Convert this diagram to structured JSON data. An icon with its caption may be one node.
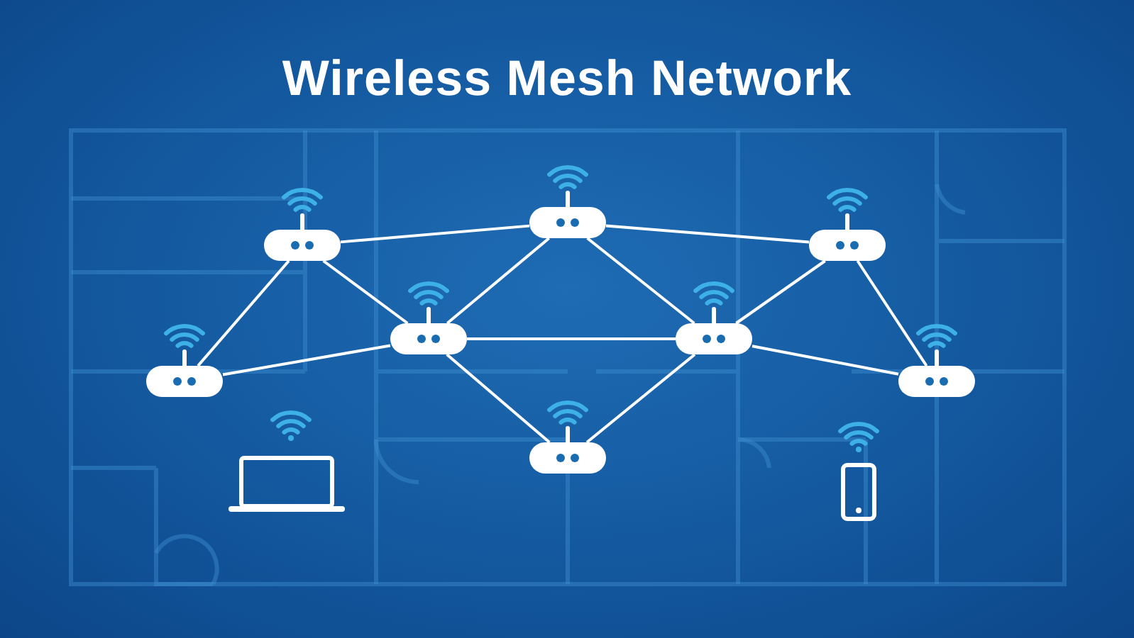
{
  "diagram": {
    "title": "Wireless Mesh Network",
    "nodes": [
      {
        "text": [],
        "shape": "box"
      },
      {
        "text": [],
        "shape": "box"
      },
      {
        "text": [],
        "shape": "box"
      },
      {
        "text": [],
        "shape": "box"
      },
      {
        "text": [],
        "shape": "box"
      },
      {
        "text": [],
        "shape": "box"
      },
      {
        "text": [],
        "shape": "box"
      },
      {
        "text": [],
        "shape": "box"
      }
    ],
    "edges": [
      {
        "from": 0,
        "to": 1,
        "arrow": "none"
      },
      {
        "from": 1,
        "to": 2,
        "arrow": "none"
      },
      {
        "from": 0,
        "to": 3,
        "arrow": "none"
      },
      {
        "from": 0,
        "to": 4,
        "arrow": "none"
      },
      {
        "from": 3,
        "to": 4,
        "arrow": "none"
      },
      {
        "from": 1,
        "to": 4,
        "arrow": "none"
      },
      {
        "from": 1,
        "to": 5,
        "arrow": "none"
      },
      {
        "from": 4,
        "to": 5,
        "arrow": "none"
      },
      {
        "from": 4,
        "to": 7,
        "arrow": "none"
      },
      {
        "from": 7,
        "to": 5,
        "arrow": "none"
      },
      {
        "from": 5,
        "to": 2,
        "arrow": "none"
      },
      {
        "from": 2,
        "to": 6,
        "arrow": "none"
      },
      {
        "from": 5,
        "to": 6,
        "arrow": "none"
      }
    ]
  }
}
